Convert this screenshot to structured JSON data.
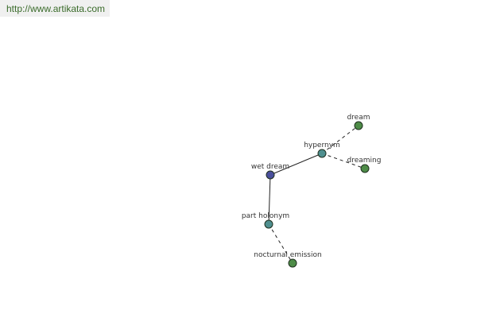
{
  "header": {
    "url": "http://www.artikata.com"
  },
  "graph": {
    "colors": {
      "root": "#4a4f9c",
      "relation": "#4f8f8f",
      "leaf": "#4e8c48",
      "node_stroke": "#1f2f1f",
      "edge": "#222222"
    },
    "nodes": [
      {
        "id": "wet-dream",
        "label": "wet dream",
        "kind": "root"
      },
      {
        "id": "hypernym",
        "label": "hypernym",
        "kind": "relation"
      },
      {
        "id": "part-holonym",
        "label": "part holonym",
        "kind": "relation"
      },
      {
        "id": "dream",
        "label": "dream",
        "kind": "leaf"
      },
      {
        "id": "dreaming",
        "label": "dreaming",
        "kind": "leaf"
      },
      {
        "id": "nocturnal-emission",
        "label": "nocturnal emission",
        "kind": "leaf"
      }
    ],
    "edges": [
      {
        "from": "wet-dream",
        "to": "hypernym",
        "style": "solid"
      },
      {
        "from": "wet-dream",
        "to": "part-holonym",
        "style": "solid"
      },
      {
        "from": "hypernym",
        "to": "dream",
        "style": "dashed"
      },
      {
        "from": "hypernym",
        "to": "dreaming",
        "style": "dashed"
      },
      {
        "from": "part-holonym",
        "to": "nocturnal-emission",
        "style": "dashed"
      }
    ]
  }
}
